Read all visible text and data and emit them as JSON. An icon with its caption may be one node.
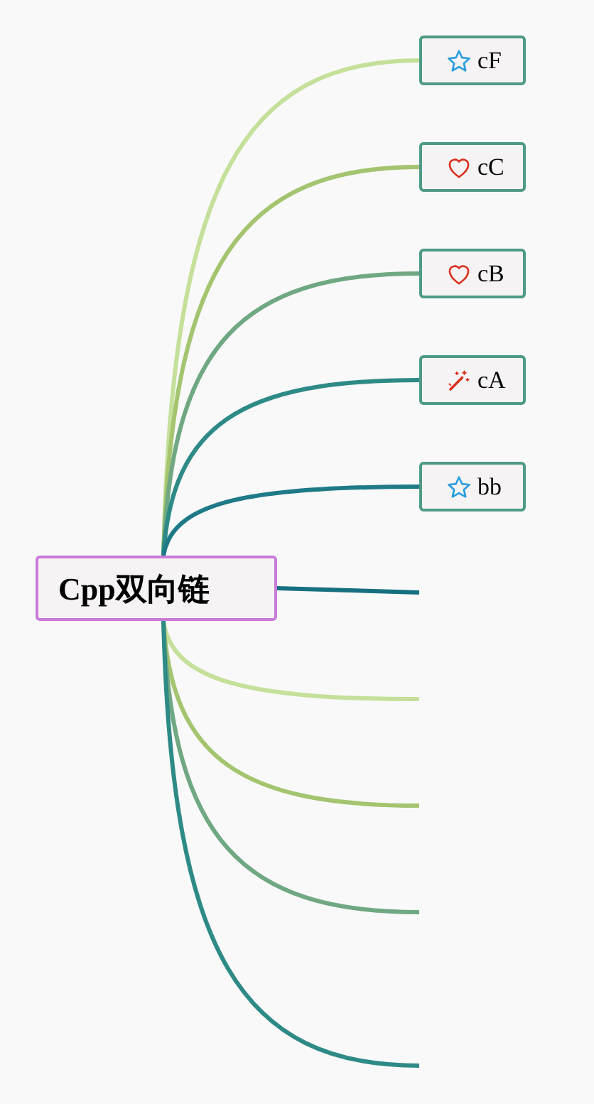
{
  "diagram": {
    "nodes": [
      {
        "text": [
          "Cpp双向链"
        ]
      },
      {
        "text": [
          "cF"
        ]
      },
      {
        "text": [
          "cC"
        ]
      },
      {
        "text": [
          "cB"
        ]
      },
      {
        "text": [
          "cA"
        ]
      },
      {
        "text": [
          "bb"
        ]
      }
    ],
    "edges": [
      {
        "from": 0,
        "to": 1,
        "arrow": "none",
        "color": "#c5e09a"
      },
      {
        "from": 0,
        "to": 2,
        "arrow": "none",
        "color": "#a4c46f"
      },
      {
        "from": 0,
        "to": 3,
        "arrow": "none",
        "color": "#6fa883"
      },
      {
        "from": 0,
        "to": 4,
        "arrow": "none",
        "color": "#2e8a86"
      },
      {
        "from": 0,
        "to": 5,
        "arrow": "none",
        "color": "#1f7a87"
      },
      {
        "from": 0,
        "to": null,
        "arrow": "none",
        "color": "#17707f"
      },
      {
        "from": 0,
        "to": null,
        "arrow": "none",
        "color": "#c5e09a"
      },
      {
        "from": 0,
        "to": null,
        "arrow": "none",
        "color": "#a4c46f"
      },
      {
        "from": 0,
        "to": null,
        "arrow": "none",
        "color": "#6fa883"
      },
      {
        "from": 0,
        "to": null,
        "arrow": "none",
        "color": "#2e8a86"
      }
    ]
  }
}
